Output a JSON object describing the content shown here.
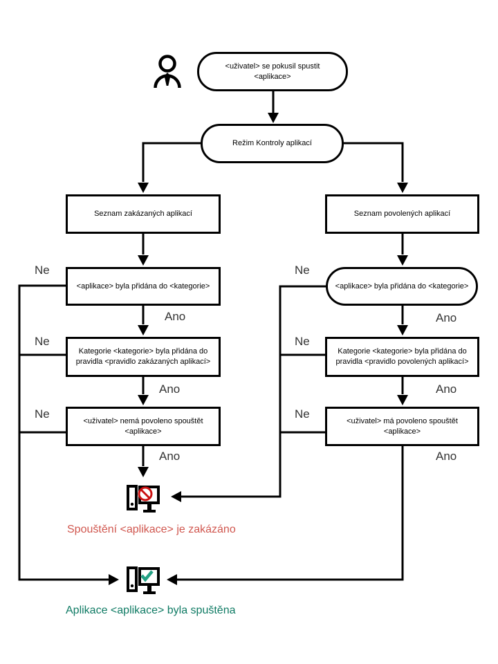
{
  "labels": {
    "no": "Ne",
    "yes": "Ano"
  },
  "nodes": {
    "start": "<uživatel> se pokusil spustit <aplikace>",
    "mode": "Režim Kontroly aplikací",
    "denylist": "Seznam zakázaných aplikací",
    "allowlist": "Seznam povolených aplikací",
    "deny_category": "<aplikace> byla přidána do <kategorie>",
    "allow_category": "<aplikace> byla přidána do <kategorie>",
    "deny_rule": "Kategorie <kategorie> byla přidána do pravidla <pravidlo zakázaných aplikací>",
    "allow_rule": "Kategorie <kategorie> byla přidána do pravidla <pravidlo povolených aplikací>",
    "deny_user": "<uživatel> nemá povoleno spouštět <aplikace>",
    "allow_user": "<uživatel> má povoleno spouštět <aplikace>"
  },
  "status": {
    "blocked": "Spouštění <aplikace> je zakázáno",
    "started": "Aplikace <aplikace> byla spuštěna"
  },
  "icons": {
    "user": "user-icon",
    "blocked": "computer-prohibited-icon",
    "started": "computer-check-icon"
  },
  "colors": {
    "label": "#333333",
    "blocked-text": "#d0564e",
    "started-text": "#0e7a63",
    "prohibition": "#cb1111",
    "check": "#23a184"
  }
}
